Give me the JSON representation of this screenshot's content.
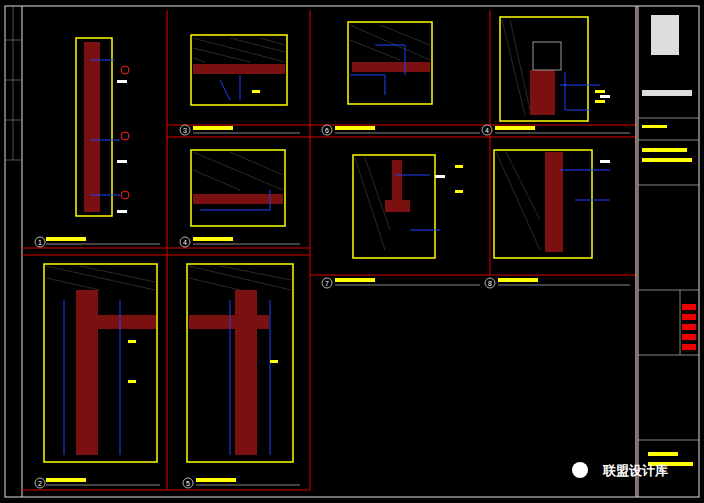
{
  "diagram": {
    "labels": [
      "1",
      "3",
      "6",
      "4",
      "4",
      "7",
      "8",
      "2",
      "5",
      "联盟设计库"
    ]
  }
}
